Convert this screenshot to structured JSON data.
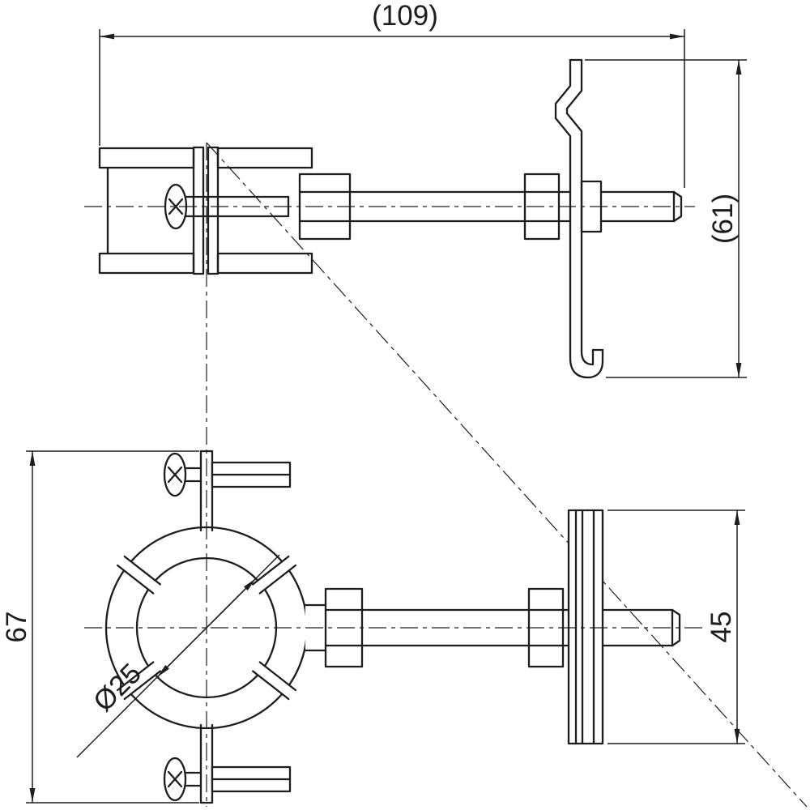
{
  "drawing": {
    "dimensions": {
      "overall_width": "(109)",
      "bracket_height": "(61)",
      "clamp_height": "67",
      "plate_height": "45",
      "pipe_diameter": "Ø25"
    },
    "colors": {
      "line": "#1d1d1d",
      "background": "#ffffff"
    }
  }
}
